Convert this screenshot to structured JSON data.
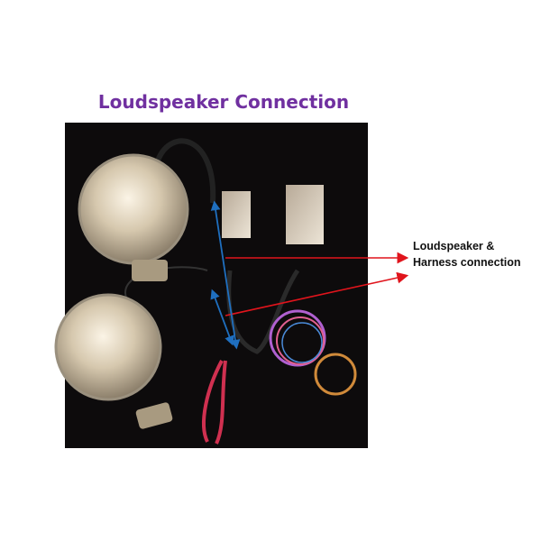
{
  "slide": {
    "title": "Loudspeaker Connection",
    "annotation": [
      "Loudspeaker &",
      "Harness connection"
    ]
  },
  "colors": {
    "title": "#7030a0",
    "arrow_red": "#e0141c",
    "arrow_blue": "#1f6fbf",
    "background_photo": "#0d0b0c"
  }
}
